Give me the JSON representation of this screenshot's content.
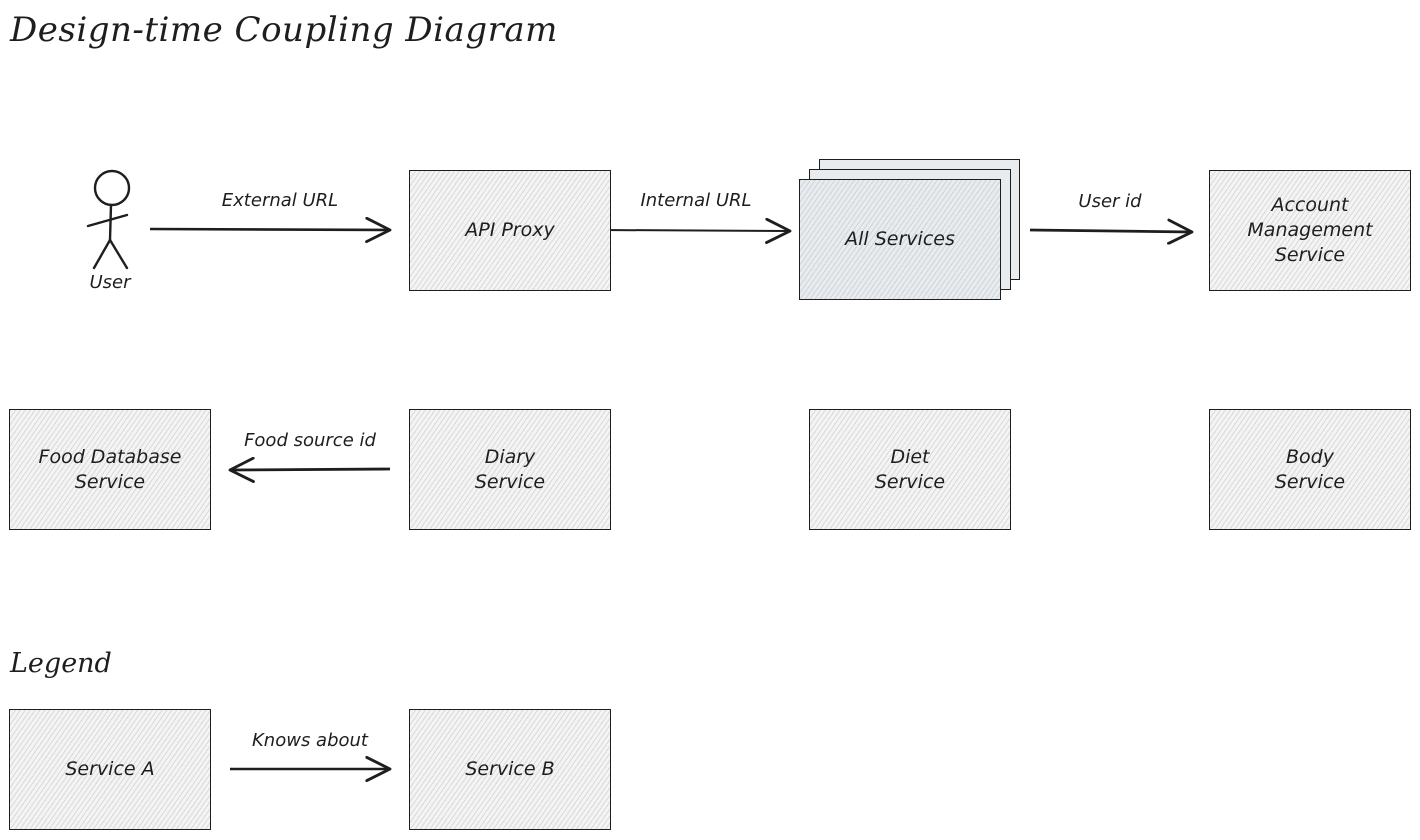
{
  "title": "Design-time Coupling Diagram",
  "actor": {
    "label": "User"
  },
  "nodes": {
    "api_proxy": "API Proxy",
    "all_services": "All Services",
    "account_management": "Account\nManagement\nService",
    "food_database": "Food Database\nService",
    "diary": "Diary\nService",
    "diet": "Diet\nService",
    "body": "Body\nService"
  },
  "edges": {
    "user_to_proxy": "External URL",
    "proxy_to_services": "Internal URL",
    "services_to_account": "User id",
    "diary_to_food": "Food source id"
  },
  "legend": {
    "title": "Legend",
    "service_a": "Service A",
    "service_b": "Service B",
    "edge": "Knows about"
  },
  "colors": {
    "stroke": "#1e1e1e",
    "box_fill": "#f4f4f4",
    "stack_fill": "#e9ecef"
  }
}
